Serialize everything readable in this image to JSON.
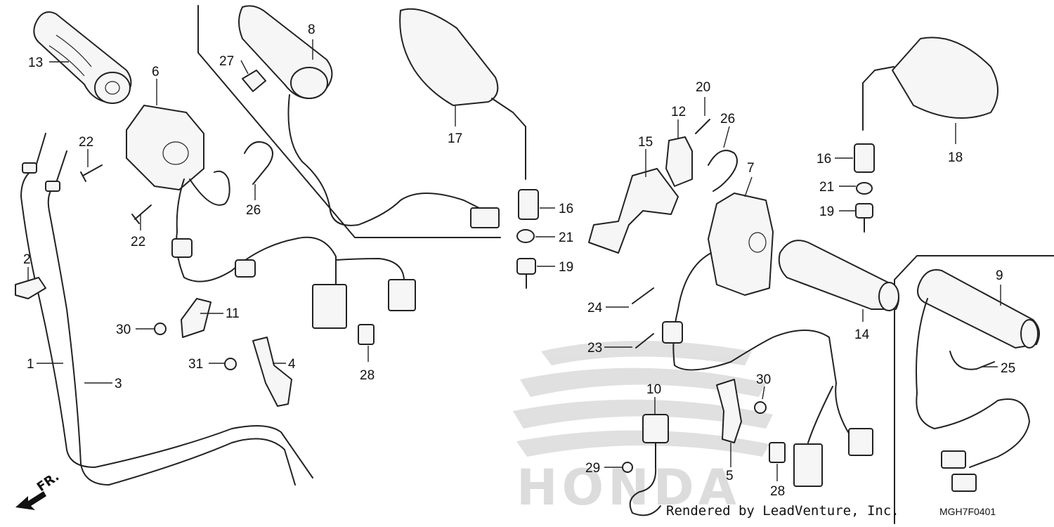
{
  "callouts": [
    "1",
    "2",
    "3",
    "4",
    "5",
    "6",
    "7",
    "8",
    "9",
    "10",
    "11",
    "12",
    "13",
    "14",
    "15",
    "16",
    "16",
    "17",
    "18",
    "19",
    "19",
    "20",
    "21",
    "21",
    "22",
    "22",
    "23",
    "24",
    "25",
    "26",
    "26",
    "27",
    "28",
    "28",
    "29",
    "30",
    "30",
    "31"
  ],
  "watermark": "HONDA",
  "direction": "FR.",
  "footer": {
    "credit": "Rendered by LeadVenture, Inc.",
    "code": "MGH7F0401"
  },
  "icons": [
    "front-arrow-icon",
    "honda-wing-logo"
  ]
}
